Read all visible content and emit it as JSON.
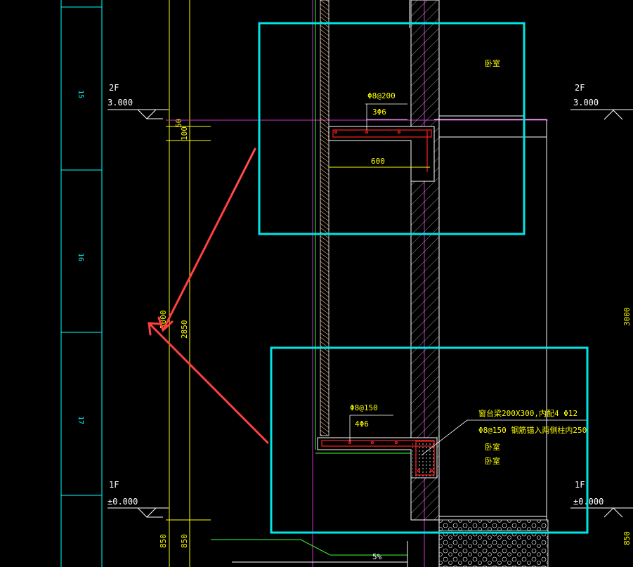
{
  "drawing": {
    "level_strip": {
      "color": "#00ffff",
      "labels": [
        "15",
        "16",
        "17"
      ]
    },
    "floor_marks": {
      "level_2f": {
        "name": "2F",
        "elev": "3.000"
      },
      "level_1f": {
        "name": "1F",
        "elev": "±0.000"
      }
    },
    "dimensions": {
      "d50": "50",
      "d100": "100",
      "d3000_left": "3000",
      "d2850": "2850",
      "d600": "600",
      "d3000_right": "3000",
      "d850_a": "850",
      "d850_b": "850",
      "d850_c": "850"
    },
    "rebar_upper": {
      "stirrup": "Φ8@200",
      "main": "3Φ6"
    },
    "rebar_lower": {
      "stirrup": "Φ8@150",
      "main": "4Φ6"
    },
    "beam_note": {
      "line1": "窗台梁200X300,内配4 Φ12",
      "line2": "Φ8@150 钢筋锚入两侧柱内250"
    },
    "rooms": {
      "upper": "卧室",
      "lower_a": "卧室",
      "lower_b": "卧室"
    },
    "slope": "5%",
    "colors": {
      "background": "#000000",
      "highlight_box": "#00ffff",
      "arrow": "#ff4040",
      "dimension": "#ffff00",
      "rebar": "#ff2020",
      "gridline": "#cc33cc",
      "ground": "#33ff33"
    }
  }
}
